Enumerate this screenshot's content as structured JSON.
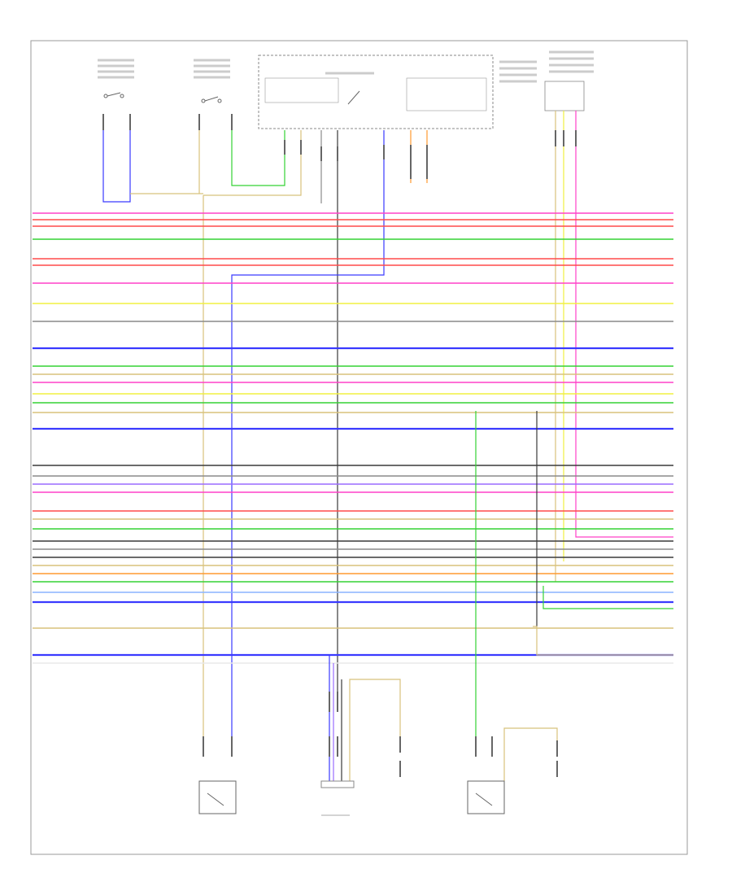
{
  "diagram": {
    "page_code": "",
    "frame_color": "#9a9a9a",
    "wire_colors": {
      "pink": "#ff40c8",
      "red": "#ff4a4a",
      "green": "#34d234",
      "yellow": "#f0f040",
      "tan": "#d8c27c",
      "blue": "#3a3aff",
      "gray": "#8a8a8a",
      "black": "#3a3a3a",
      "violet": "#9a6cff",
      "orange": "#ff9a30",
      "lightblue": "#8ab4ff",
      "white": "#e8e8e8"
    },
    "bus_wires": [
      {
        "color": "pink"
      },
      {
        "color": "red"
      },
      {
        "color": "red"
      },
      {
        "color": "green"
      },
      {
        "color": "red"
      },
      {
        "color": "red"
      },
      {
        "color": "pink"
      },
      {
        "color": "yellow"
      },
      {
        "color": "gray"
      },
      {
        "color": "blue"
      },
      {
        "color": "green"
      },
      {
        "color": "tan"
      },
      {
        "color": "pink"
      },
      {
        "color": "yellow"
      },
      {
        "color": "green"
      },
      {
        "color": "tan"
      },
      {
        "color": "blue"
      },
      {
        "color": "black"
      },
      {
        "color": "gray"
      },
      {
        "color": "violet"
      },
      {
        "color": "pink"
      },
      {
        "color": "red"
      },
      {
        "color": "tan"
      },
      {
        "color": "green"
      },
      {
        "color": "black"
      },
      {
        "color": "gray"
      },
      {
        "color": "black"
      },
      {
        "color": "tan"
      },
      {
        "color": "orange"
      },
      {
        "color": "green"
      },
      {
        "color": "lightblue"
      },
      {
        "color": "blue"
      },
      {
        "color": "tan"
      },
      {
        "color": "blue"
      },
      {
        "color": "white"
      }
    ]
  }
}
